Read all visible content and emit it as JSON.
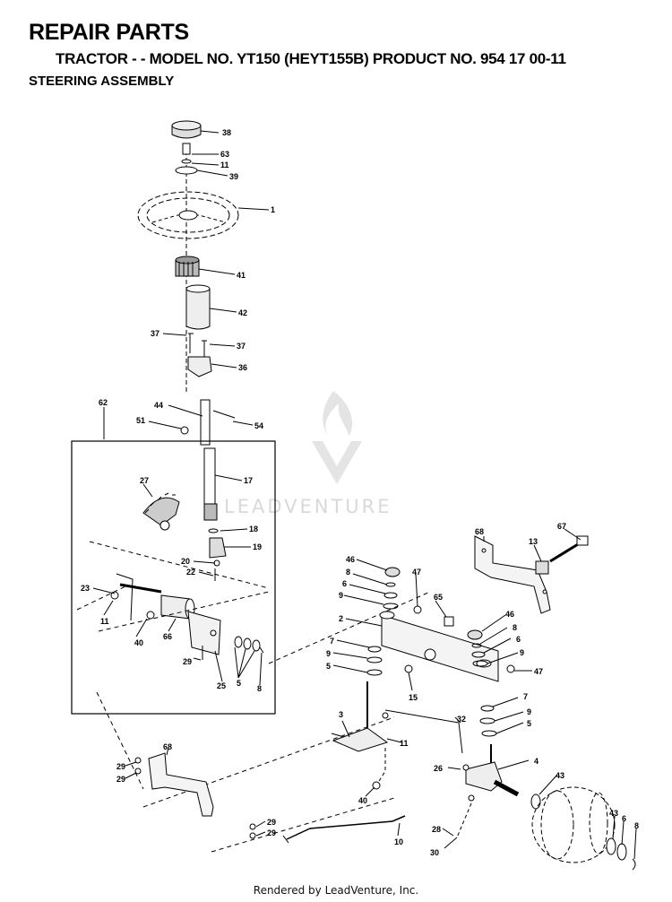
{
  "header": {
    "title": "REPAIR PARTS",
    "subtitle": "TRACTOR - - MODEL NO. YT150 (HEYT155B) PRODUCT NO. 954 17 00-11",
    "section": "STEERING ASSEMBLY"
  },
  "watermark": {
    "text": "LEADVENTURE"
  },
  "footer": {
    "text": "Rendered by LeadVenture, Inc."
  },
  "callouts": {
    "p38": "38",
    "p63": "63",
    "p11a": "11",
    "p39": "39",
    "p1": "1",
    "p41": "41",
    "p42": "42",
    "p37a": "37",
    "p37b": "37",
    "p36": "36",
    "p44": "44",
    "p54": "54",
    "p51": "51",
    "p62": "62",
    "p17": "17",
    "p27": "27",
    "p18": "18",
    "p19": "19",
    "p20": "20",
    "p22": "22",
    "p23": "23",
    "p11b": "11",
    "p40a": "40",
    "p66": "66",
    "p29a": "29",
    "p25": "25",
    "p5a": "5",
    "p8a": "8",
    "p68a": "68",
    "p67": "67",
    "p13": "13",
    "p46a": "46",
    "p8b": "8",
    "p6a": "6",
    "p9a": "9",
    "p47a": "47",
    "p65": "65",
    "p2": "2",
    "p46b": "46",
    "p8c": "8",
    "p6b": "6",
    "p9b": "9",
    "p7a": "7",
    "p9c": "9",
    "p5b": "5",
    "p47b": "47",
    "p15": "15",
    "p7b": "7",
    "p9d": "9",
    "p5c": "5",
    "p3": "3",
    "p32": "32",
    "p11c": "11",
    "p26": "26",
    "p4": "4",
    "p43a": "43",
    "p40b": "40",
    "p68b": "68",
    "p29b": "29",
    "p29c": "29",
    "p29d": "29",
    "p29e": "29",
    "p28": "28",
    "p10": "10",
    "p30": "30",
    "p43b": "43",
    "p6c": "6",
    "p8d": "8"
  }
}
